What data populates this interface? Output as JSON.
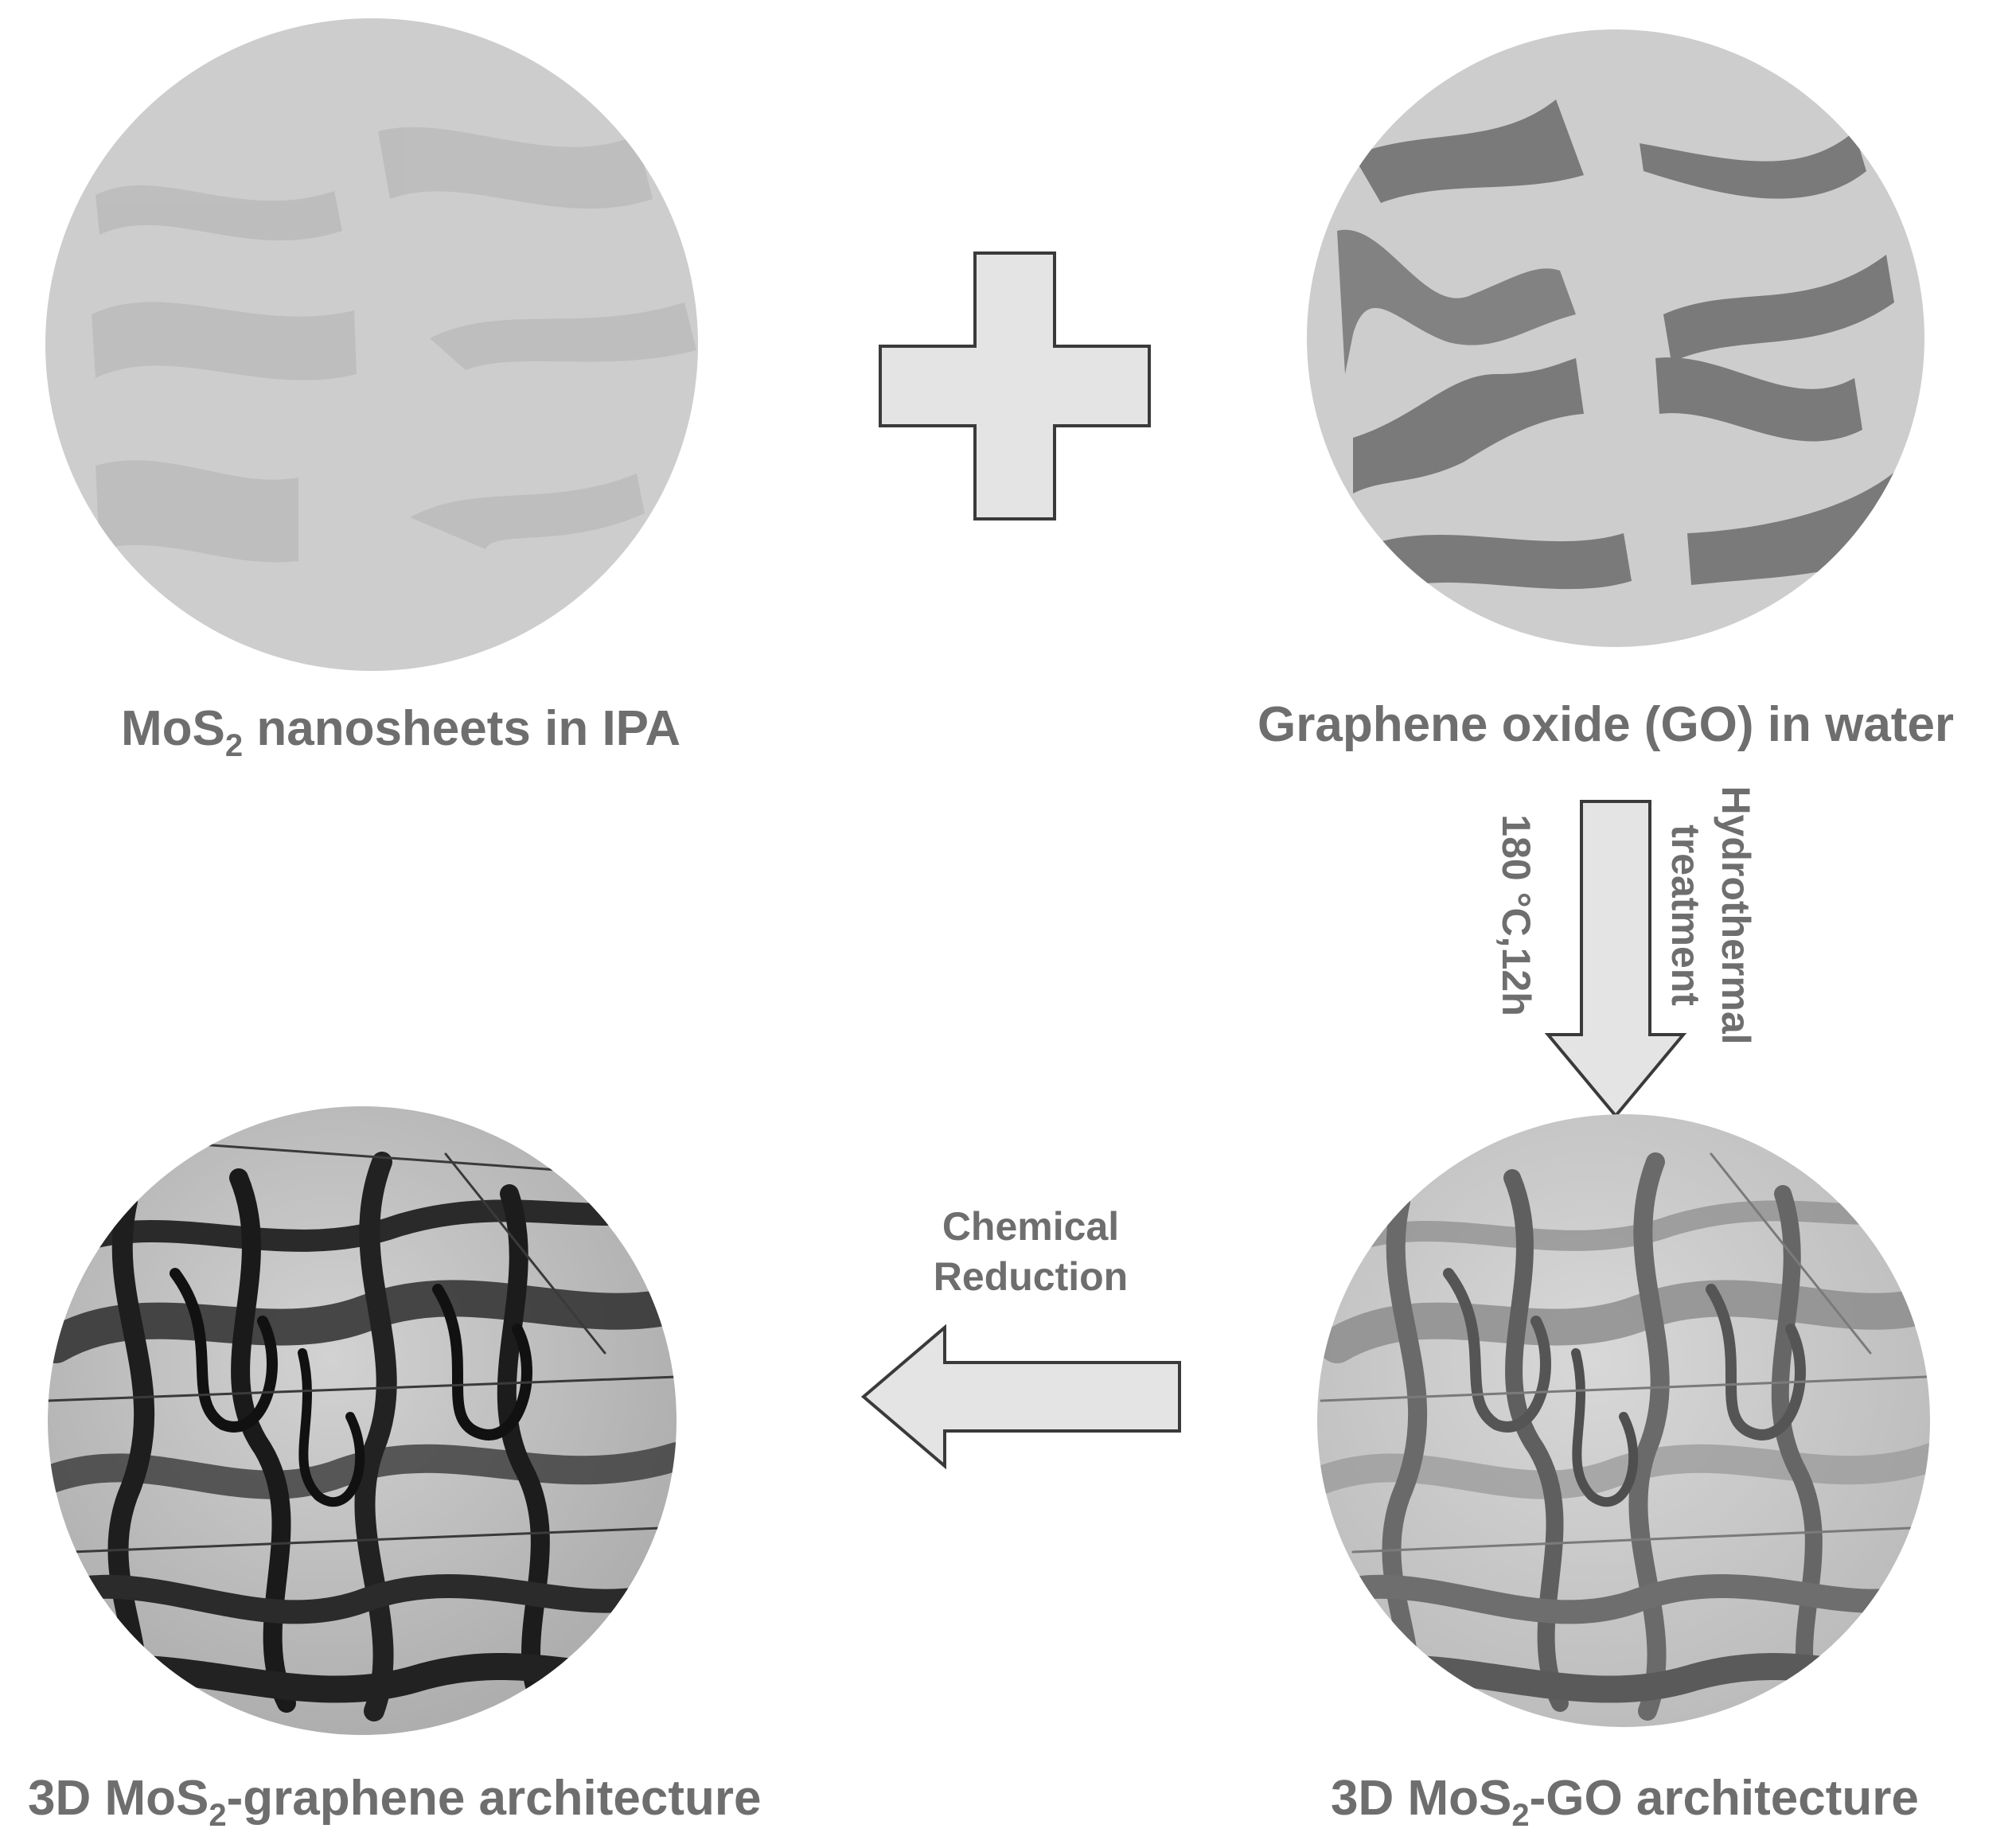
{
  "panels": {
    "mos2": {
      "name": "MoS",
      "sub": "2",
      "rest": " nanosheets in IPA"
    },
    "go": {
      "label": "Graphene oxide (GO) in water"
    },
    "mos2_go": {
      "pre": "3D MoS",
      "sub": "2",
      "post": "-GO architecture"
    },
    "mos2_graphene": {
      "pre": "3D MoS",
      "sub": "2",
      "post": "-graphene architecture"
    }
  },
  "steps": {
    "hydrothermal": {
      "line1": "Hydrothermal",
      "line2": "treatment",
      "conditions": "180 °C,12h"
    },
    "reduction": {
      "line1": "Chemical",
      "line2": "Reduction"
    }
  },
  "colors": {
    "sphere_light": "#cdcdcd",
    "sheet_light": "#bdbdbd",
    "sheet_go": "#7a7a7a",
    "arrow_fill": "#e4e4e4",
    "outline": "#3a3a3a",
    "text": "#6e6e6e"
  }
}
